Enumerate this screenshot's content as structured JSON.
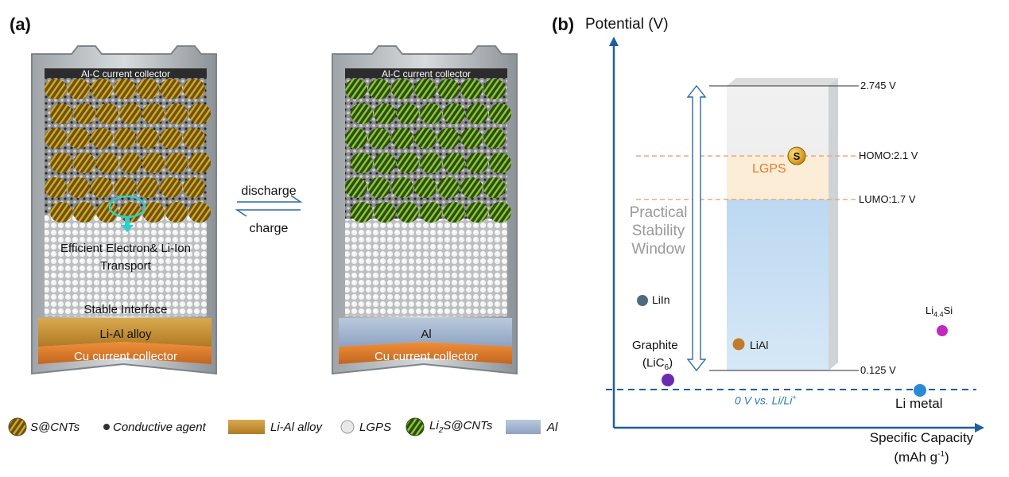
{
  "panel_a": {
    "letter": "(a)",
    "left_cell": {
      "top_collector": "Al-C current collector",
      "transport_line1": "Efficient Electron& Li-Ion",
      "transport_line2": "Transport",
      "interface": "Stable Interface",
      "alloy": "Li-Al alloy",
      "bottom_collector": "Cu current collector"
    },
    "arrows": {
      "discharge": "discharge",
      "charge": "charge"
    },
    "right_cell": {
      "top_collector": "Al-C current collector",
      "metal": "Al",
      "bottom_collector": "Cu current collector"
    },
    "legend": [
      {
        "label": "S@CNTs",
        "icon": "s-cnts-cluster-icon"
      },
      {
        "label": "Conductive agent",
        "icon": "conductive-agent-dot-icon"
      },
      {
        "label": "Li-Al alloy",
        "icon": "li-al-alloy-swatch"
      },
      {
        "label": "LGPS",
        "icon": "lgps-sphere-icon"
      },
      {
        "label": "Li2S@CNTs",
        "icon": "li2s-cnts-cluster-icon"
      },
      {
        "label": "Al",
        "icon": "al-swatch"
      }
    ]
  },
  "panel_b": {
    "letter": "(b)",
    "y_axis_label": "Potential (V)",
    "x_axis_label_line1": "Specific Capacity",
    "x_axis_label_line2": "(mAh g",
    "x_axis_label_sup": "-1",
    "x_axis_label_end": ")",
    "stability_window_line1": "Practical",
    "stability_window_line2": "Stability",
    "stability_window_line3": "Window",
    "levels": [
      {
        "label": "2.745 V",
        "value": 2.745
      },
      {
        "label": "HOMO:2.1 V",
        "value": 2.1
      },
      {
        "label": "LUMO:1.7 V",
        "value": 1.7
      },
      {
        "label": "0.125 V",
        "value": 0.125
      }
    ],
    "zero_line_label": "0 V vs. Li/Li",
    "zero_line_sup": "+",
    "electrolyte_label": "LGPS",
    "sulfur_label": "S",
    "materials": [
      {
        "label": "LiIn",
        "color": "#4f6a80"
      },
      {
        "label": "Graphite",
        "color": "#6a2bb0"
      },
      {
        "label": "LiAl",
        "color": "#c07a2a"
      },
      {
        "label": "Li metal",
        "color": "#2a8ad6"
      },
      {
        "label": "Li4.4Si",
        "color": "#c02ac0"
      }
    ],
    "graphite_sub_text": "(LiC",
    "graphite_sub_num": "6",
    "graphite_sub_end": ")",
    "lisi_text": "Li",
    "lisi_sub": "4.4",
    "lisi_end": "Si",
    "colors": {
      "axis": "#1f5e9a",
      "dashed_orange": "#f0a27a",
      "lgps_text": "#e87a2a",
      "window_text": "#9a9a9a",
      "zero_text": "#2a7ab5"
    }
  }
}
